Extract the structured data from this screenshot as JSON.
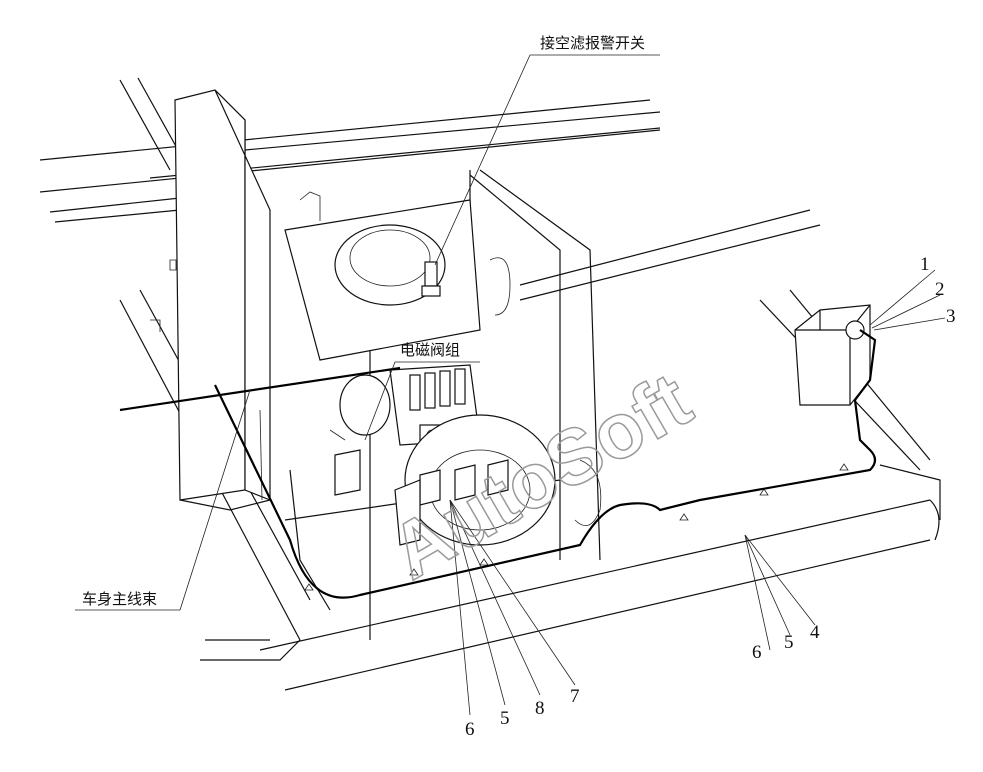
{
  "labels": {
    "air_filter_alarm_switch": "接空滤报警开关",
    "solenoid_valve_group": "电磁阀组",
    "body_main_harness": "车身主线束"
  },
  "part_numbers": {
    "right_top": [
      "1",
      "2",
      "3"
    ],
    "right_bottom": [
      "6",
      "5",
      "4"
    ],
    "bottom_center": [
      "6",
      "5",
      "8",
      "7"
    ]
  },
  "watermark": "AutoSoft"
}
